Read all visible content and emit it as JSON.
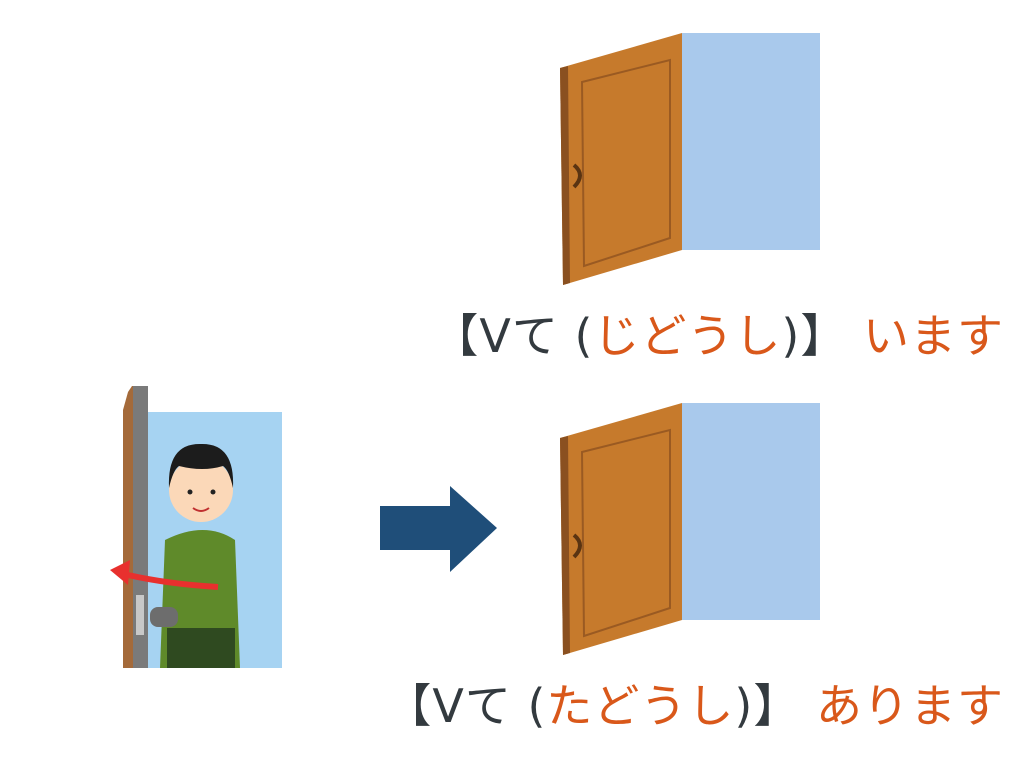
{
  "colors": {
    "text_dark": "#333a3f",
    "accent_orange": "#d9581a",
    "arrow_blue": "#1f4e79",
    "door_brown": "#c67a2c",
    "sky_blue": "#a9c9ec"
  },
  "line1": {
    "open_bracket": "【Vて (",
    "verb_type": "じどうし",
    "close_bracket": ")】",
    "ending": "います"
  },
  "line2": {
    "open_bracket": "【Vて (",
    "verb_type": "たどうし",
    "close_bracket": ")】",
    "ending": "あります"
  }
}
